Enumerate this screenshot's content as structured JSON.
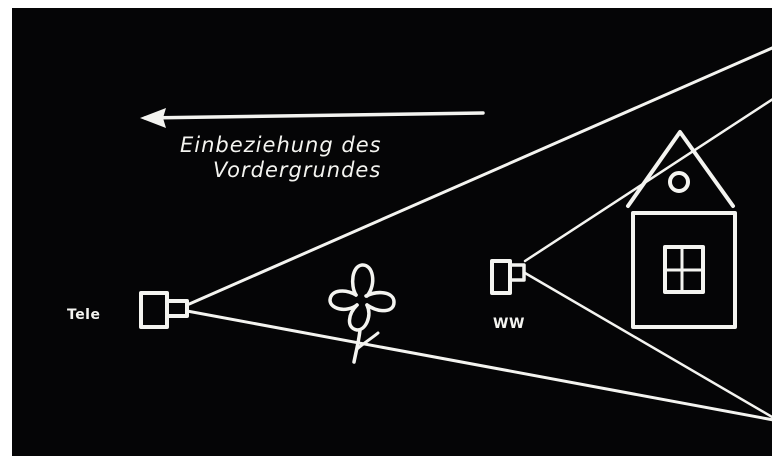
{
  "caption": {
    "line1": "Einbeziehung des",
    "line2": "Vordergrundes"
  },
  "cameras": {
    "tele_label": "Tele",
    "wide_label": "WW"
  },
  "colors": {
    "background": "#050506",
    "ink": "#f4f4f0",
    "border": "#ffffff"
  }
}
